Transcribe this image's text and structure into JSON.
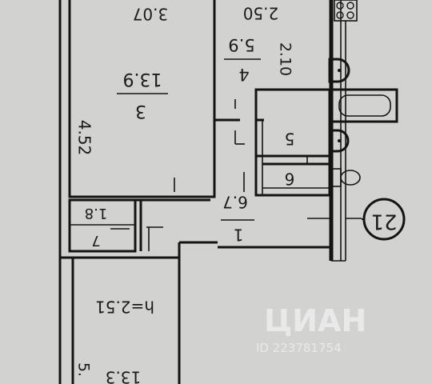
{
  "plan": {
    "dims": {
      "top_left": "3.07",
      "top_right": "2.50",
      "height_left": "4.52",
      "corridor_width": "2.10"
    },
    "rooms": [
      {
        "id": "r3",
        "number": "3",
        "area": "13.9"
      },
      {
        "id": "r4",
        "number": "4",
        "area": "5.9"
      },
      {
        "id": "r5",
        "number": "5",
        "area": ""
      },
      {
        "id": "r6",
        "number": "6",
        "area": ""
      },
      {
        "id": "r1",
        "number": "1",
        "area": "6.7"
      },
      {
        "id": "r7",
        "number": "7",
        "area": "1.8"
      },
      {
        "id": "r2",
        "number": "",
        "area": "13.3",
        "extra": "5."
      }
    ],
    "ceiling_height": "h=2.51",
    "apartment_number": "21",
    "watermark": {
      "brand": "ЦИАН",
      "id_text": "ID 223781754"
    }
  }
}
